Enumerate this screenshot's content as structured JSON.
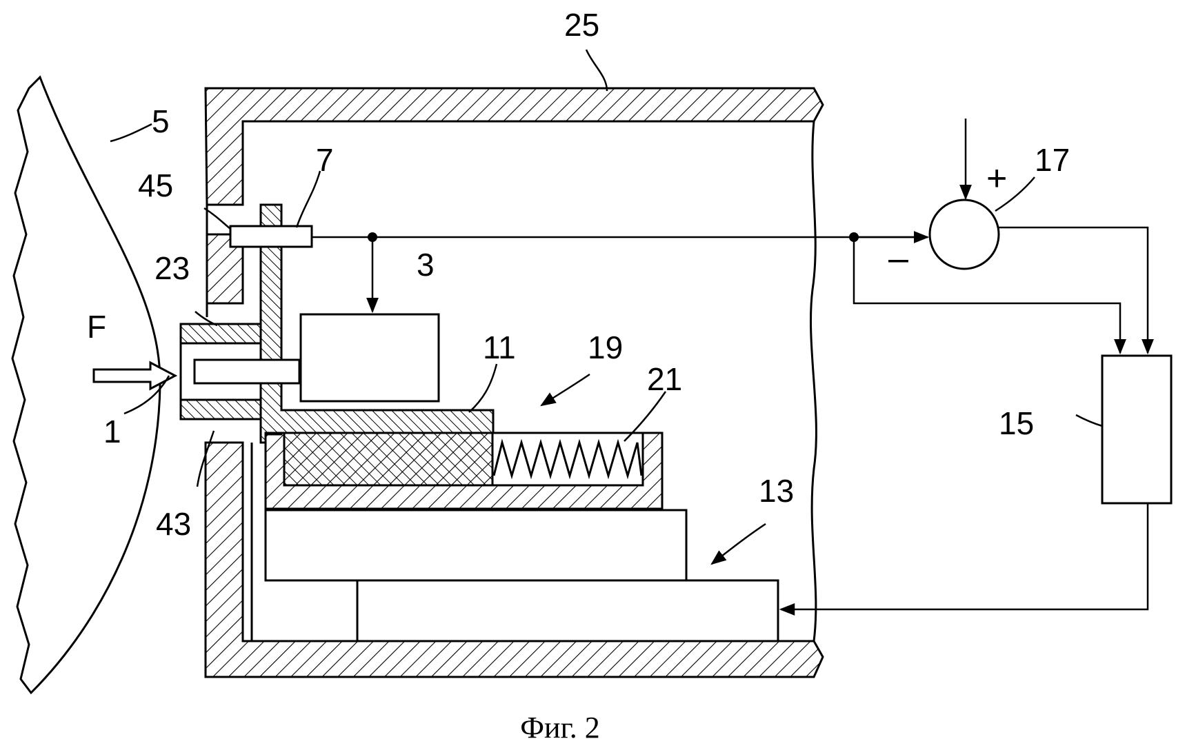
{
  "figure": {
    "caption": "Фиг. 2",
    "force_label": "F",
    "signs": {
      "plus": "+",
      "minus": "–"
    },
    "labels": {
      "l1": "1",
      "l3": "3",
      "l5": "5",
      "l7": "7",
      "l11": "11",
      "l13": "13",
      "l15": "15",
      "l17": "17",
      "l19": "19",
      "l21": "21",
      "l23": "23",
      "l25": "25",
      "l43": "43",
      "l45": "45"
    }
  }
}
